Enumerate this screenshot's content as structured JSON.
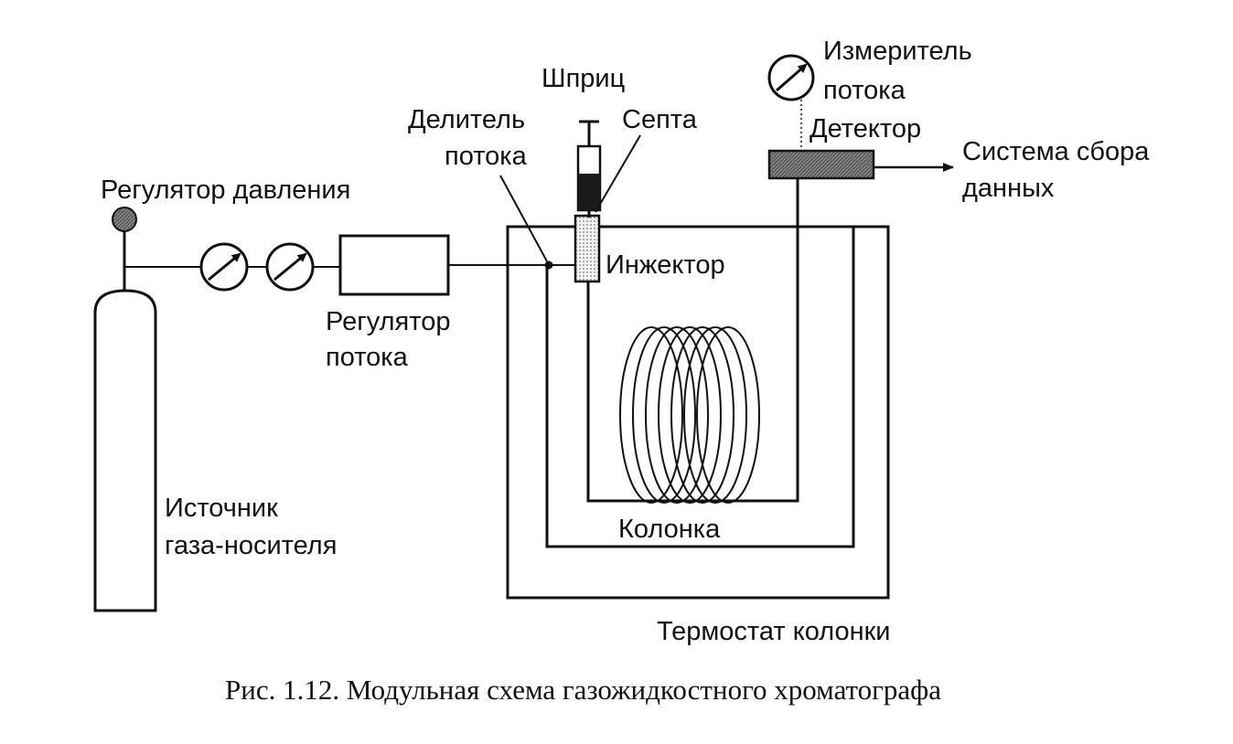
{
  "labels": {
    "pressure_regulator": "Регулятор давления",
    "flow_regulator_1": "Регулятор",
    "flow_regulator_2": "потока",
    "gas_source_1": "Источник",
    "gas_source_2": "газа-носителя",
    "flow_splitter_1": "Делитель",
    "flow_splitter_2": "потока",
    "syringe": "Шприц",
    "septum": "Септа",
    "injector": "Инжектор",
    "flow_meter_1": "Измеритель",
    "flow_meter_2": "потока",
    "detector": "Детектор",
    "data_system_1": "Система сбора",
    "data_system_2": "данных",
    "column": "Колонка",
    "thermostat": "Термостат колонки"
  },
  "caption": "Рис. 1.12. Модульная схема газожидкостного хроматографа",
  "colors": {
    "ink": "#111111",
    "detector_fill": "#6b6b6b",
    "syringe_fill": "#1a1a1a",
    "injector_fill": "#e4e4e4"
  }
}
